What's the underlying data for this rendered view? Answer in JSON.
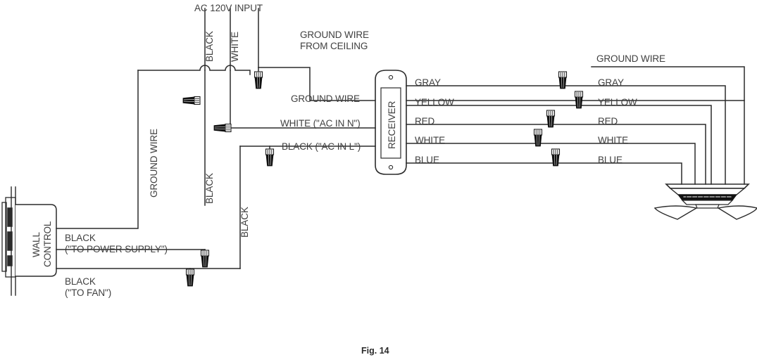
{
  "figure": {
    "caption": "Fig. 14",
    "colors": {
      "line": "#2b2b2b",
      "text": "#3f3f3f",
      "background": "#ffffff"
    }
  },
  "components": {
    "wall_control": {
      "line1": "WALL",
      "line2": "CONTROL"
    },
    "receiver": {
      "label": "RECEIVER"
    },
    "fan": {
      "name": "ceiling-fan-motor"
    }
  },
  "top_labels": {
    "ac_input": "AC 120V INPUT",
    "ground_from_ceiling_line1": "GROUND WIRE",
    "ground_from_ceiling_line2": "FROM CEILING"
  },
  "vertical_labels": {
    "black_supply": "BLACK",
    "white_supply": "WHITE",
    "ground_wire": "GROUND WIRE",
    "black_mid": "BLACK",
    "black_lower": "BLACK"
  },
  "receiver_input_labels": {
    "ground": "GROUND WIRE",
    "white": "WHITE (\"AC IN N\")",
    "black": "BLACK (\"AC IN L\")"
  },
  "receiver_output_labels": [
    "GRAY",
    "YELLOW",
    "RED",
    "WHITE",
    "BLUE"
  ],
  "fan_side_labels": {
    "ground": "GROUND WIRE",
    "wires": [
      "GRAY",
      "YELLOW",
      "RED",
      "WHITE",
      "BLUE"
    ]
  },
  "wall_control_labels": {
    "power_line1": "BLACK",
    "power_line2": "(\"TO POWER SUPPLY\")",
    "fan_line1": "BLACK",
    "fan_line2": "(\"TO FAN\")"
  }
}
